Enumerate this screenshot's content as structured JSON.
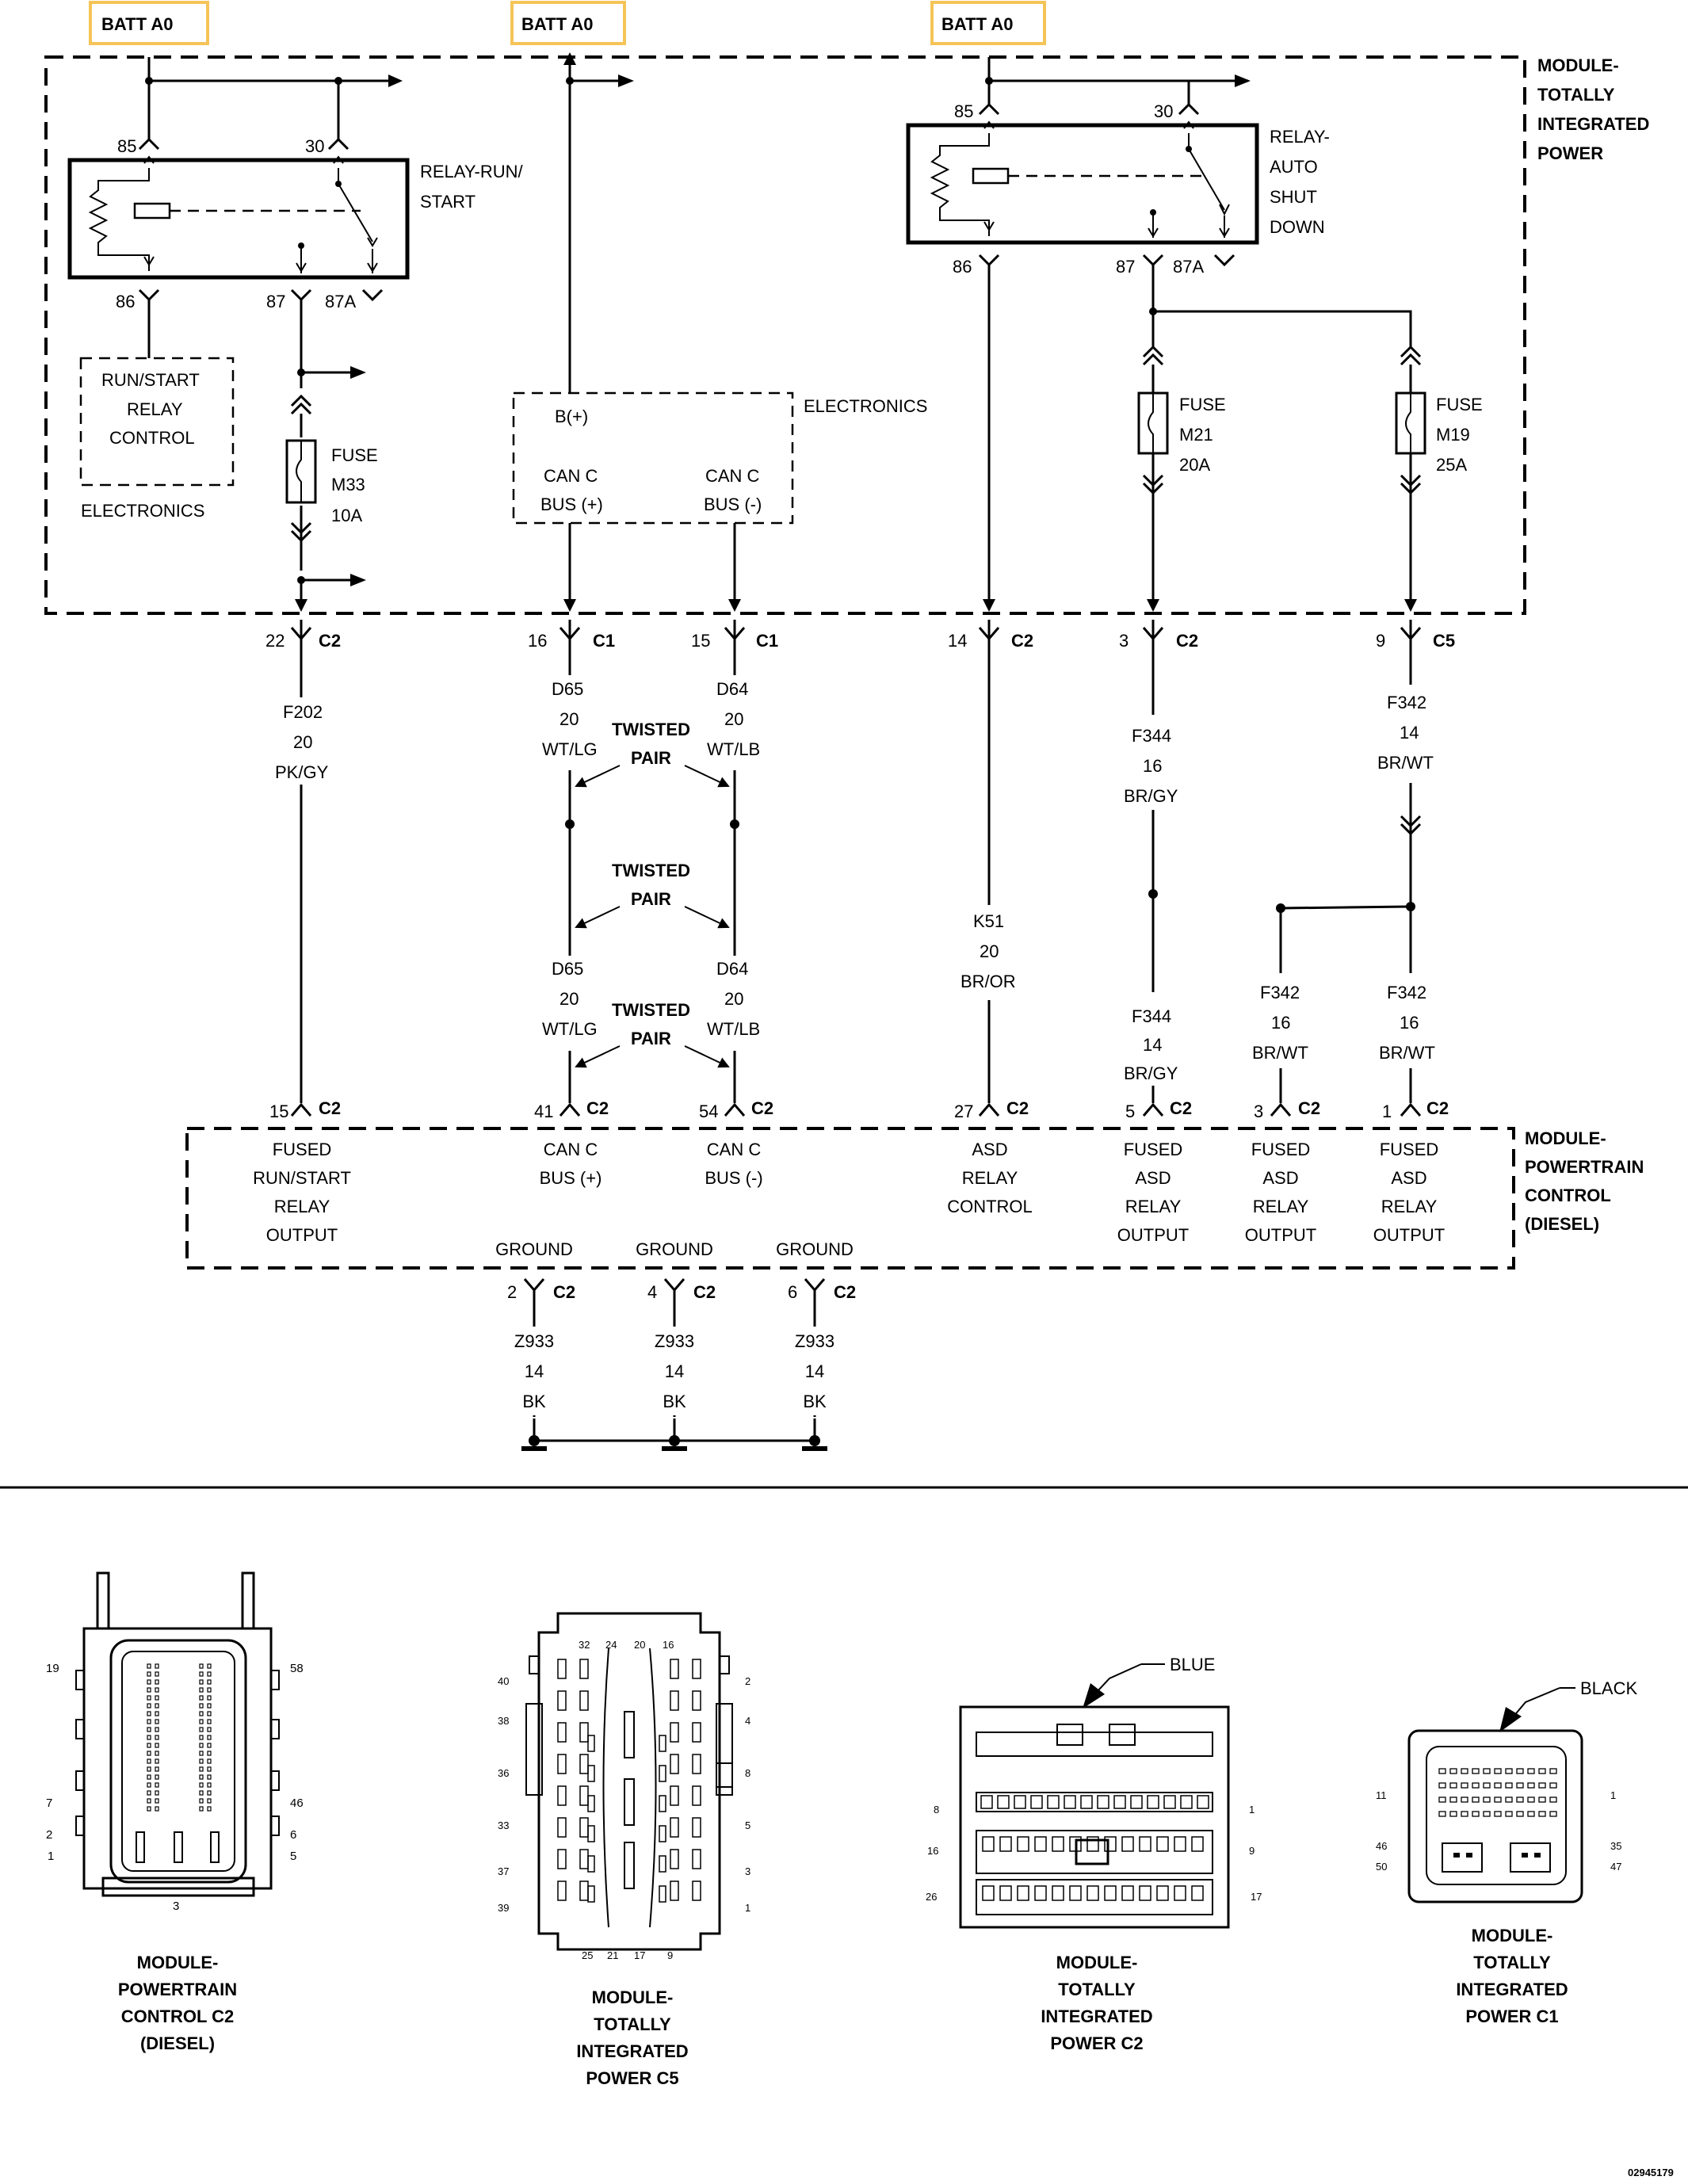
{
  "batt": {
    "a": "BATT A0",
    "b": "BATT A0",
    "c": "BATT A0"
  },
  "modules": {
    "tip": [
      "MODULE-",
      "TOTALLY",
      "INTEGRATED",
      "POWER"
    ],
    "pcm": [
      "MODULE-",
      "POWERTRAIN",
      "CONTROL",
      "(DIESEL)"
    ]
  },
  "relay_run": {
    "name": [
      "RELAY-RUN/",
      "START"
    ],
    "pins": {
      "p85": "85",
      "p30": "30",
      "p86": "86",
      "p87": "87",
      "p87a": "87A"
    }
  },
  "relay_asd": {
    "name": [
      "RELAY-",
      "AUTO",
      "SHUT",
      "DOWN"
    ],
    "pins": {
      "p85": "85",
      "p30": "30",
      "p86": "86",
      "p87": "87",
      "p87a": "87A"
    }
  },
  "run_start_control": {
    "text": [
      "RUN/START",
      "RELAY",
      "CONTROL"
    ],
    "label": "ELECTRONICS"
  },
  "electronics_box": {
    "bplus": "B(+)",
    "label": "ELECTRONICS",
    "canp": [
      "CAN C",
      "BUS (+)"
    ],
    "canm": [
      "CAN C",
      "BUS (-)"
    ]
  },
  "fuses": {
    "m33": [
      "FUSE",
      "M33",
      "10A"
    ],
    "m21": [
      "FUSE",
      "M21",
      "20A"
    ],
    "m19": [
      "FUSE",
      "M19",
      "25A"
    ]
  },
  "top_connectors": {
    "c1": {
      "pin": "22",
      "conn": "C2"
    },
    "c2": {
      "pin": "16",
      "conn": "C1"
    },
    "c3": {
      "pin": "15",
      "conn": "C1"
    },
    "c4": {
      "pin": "14",
      "conn": "C2"
    },
    "c5": {
      "pin": "3",
      "conn": "C2"
    },
    "c6": {
      "pin": "9",
      "conn": "C5"
    }
  },
  "wires": {
    "f202": [
      "F202",
      "20",
      "PK/GY"
    ],
    "d65a": [
      "D65",
      "20",
      "WT/LG"
    ],
    "d64a": [
      "D64",
      "20",
      "WT/LB"
    ],
    "d65b": [
      "D65",
      "20",
      "WT/LG"
    ],
    "d64b": [
      "D64",
      "20",
      "WT/LB"
    ],
    "f344a": [
      "F344",
      "16",
      "BR/GY"
    ],
    "f344b": [
      "F344",
      "14",
      "BR/GY"
    ],
    "f342a": [
      "F342",
      "14",
      "BR/WT"
    ],
    "f342b": [
      "F342",
      "16",
      "BR/WT"
    ],
    "f342c": [
      "F342",
      "16",
      "BR/WT"
    ],
    "k51": [
      "K51",
      "20",
      "BR/OR"
    ],
    "z933a": [
      "Z933",
      "14",
      "BK"
    ],
    "z933b": [
      "Z933",
      "14",
      "BK"
    ],
    "z933c": [
      "Z933",
      "14",
      "BK"
    ]
  },
  "twisted": {
    "t1": [
      "TWISTED",
      "PAIR"
    ],
    "t2": [
      "TWISTED",
      "PAIR"
    ],
    "t3": [
      "TWISTED",
      "PAIR"
    ]
  },
  "bottom_connectors": {
    "b1": {
      "pin": "15",
      "conn": "C2"
    },
    "b2": {
      "pin": "41",
      "conn": "C2"
    },
    "b3": {
      "pin": "54",
      "conn": "C2"
    },
    "b4": {
      "pin": "27",
      "conn": "C2"
    },
    "b5": {
      "pin": "5",
      "conn": "C2"
    },
    "b6": {
      "pin": "3",
      "conn": "C2"
    },
    "b7": {
      "pin": "1",
      "conn": "C2"
    }
  },
  "pcm_functions": {
    "f1": [
      "FUSED",
      "RUN/START",
      "RELAY",
      "OUTPUT"
    ],
    "f2": [
      "CAN C",
      "BUS (+)"
    ],
    "f3": [
      "CAN C",
      "BUS (-)"
    ],
    "f4": [
      "ASD",
      "RELAY",
      "CONTROL"
    ],
    "f5": [
      "FUSED",
      "ASD",
      "RELAY",
      "OUTPUT"
    ],
    "f6": [
      "FUSED",
      "ASD",
      "RELAY",
      "OUTPUT"
    ],
    "f7": [
      "FUSED",
      "ASD",
      "RELAY",
      "OUTPUT"
    ]
  },
  "grounds": {
    "g1": {
      "label": "GROUND",
      "pin": "2",
      "conn": "C2"
    },
    "g2": {
      "label": "GROUND",
      "pin": "4",
      "conn": "C2"
    },
    "g3": {
      "label": "GROUND",
      "pin": "6",
      "conn": "C2"
    }
  },
  "views": {
    "pcm_c2": {
      "title": [
        "MODULE-",
        "POWERTRAIN",
        "CONTROL C2",
        "(DIESEL)"
      ],
      "pins": {
        "p19": "19",
        "p58": "58",
        "p7": "7",
        "p46": "46",
        "p2": "2",
        "p6": "6",
        "p1": "1",
        "p5": "5",
        "p3": "3"
      }
    },
    "tip_c5": {
      "title": [
        "MODULE-",
        "TOTALLY",
        "INTEGRATED",
        "POWER C5"
      ],
      "top": [
        "32",
        "24",
        "20",
        "16"
      ],
      "bottom": [
        "25",
        "21",
        "17",
        "9"
      ],
      "left": [
        "40",
        "38",
        "36",
        "33",
        "37",
        "39"
      ],
      "right": [
        "2",
        "4",
        "8",
        "5",
        "3",
        "1"
      ]
    },
    "tip_c2": {
      "title": [
        "MODULE-",
        "TOTALLY",
        "INTEGRATED",
        "POWER C2"
      ],
      "color": "BLUE",
      "left": [
        "8",
        "16",
        "26"
      ],
      "right": [
        "1",
        "9",
        "17"
      ]
    },
    "tip_c1": {
      "title": [
        "MODULE-",
        "TOTALLY",
        "INTEGRATED",
        "POWER C1"
      ],
      "color": "BLACK",
      "pins": {
        "p11": "11",
        "p1": "1",
        "p46": "46",
        "p35": "35",
        "p50": "50",
        "p47": "47"
      }
    }
  },
  "figure_id": "02945179"
}
